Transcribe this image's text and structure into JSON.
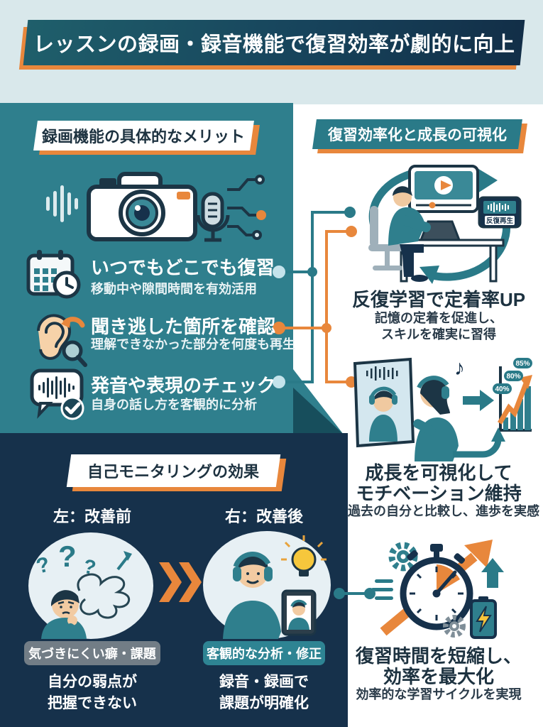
{
  "header": {
    "title": "レッスンの録画・録音機能で復習効率が劇的に向上"
  },
  "left_panel": {
    "heading": "録画機能の具体的なメリット",
    "bullets": [
      {
        "icon": "calendar-clock-icon",
        "title": "いつでもどこでも復習",
        "subtitle": "移動中や隙間時間を有効活用"
      },
      {
        "icon": "ear-replay-magnifier-icon",
        "title": "聞き逃した箇所を確認",
        "subtitle": "理解できなかった部分を何度も再生"
      },
      {
        "icon": "speech-waveform-check-icon",
        "title": "発音や表現のチェック",
        "subtitle": "自身の話し方を客観的に分析"
      }
    ]
  },
  "right_panel": {
    "heading": "復習効率化と成長の可視化",
    "sections": [
      {
        "illustration": "person-desk-repeat-learning",
        "tablet_label": "反復再生",
        "title": "反復学習で定着率UP",
        "subtitle_lines": [
          "記憶の定着を促進し、",
          "スキルを確実に習得"
        ]
      },
      {
        "illustration": "mirror-selfcheck-growth-chart",
        "chart_labels": [
          "40%",
          "80%",
          "85%"
        ],
        "title_lines": [
          "成長を可視化して",
          "モチベーション維持"
        ],
        "subtitle": "過去の自分と比較し、進歩を実感"
      },
      {
        "illustration": "stopwatch-efficiency",
        "title_lines": [
          "復習時間を短縮し、",
          "効率を最大化"
        ],
        "subtitle": "効率的な学習サイクルを実現"
      }
    ]
  },
  "monitoring_panel": {
    "heading": "自己モニタリングの効果",
    "before": {
      "label": "左：改善前",
      "pill": "気づきにくい癖・課題",
      "lines": [
        "自分の弱点が",
        "把握できない"
      ]
    },
    "after": {
      "label": "右：改善後",
      "pill": "客観的な分析・修正",
      "lines": [
        "録音・録画で",
        "課題が明確化"
      ]
    }
  },
  "colors": {
    "accent_orange": "#E8873C",
    "teal_panel": "#2F7F8D",
    "navy_panel": "#16314B",
    "light_background": "#D9E8EB",
    "teal_accent": "#2A7A88",
    "light_dot": "#C4E3EB"
  }
}
